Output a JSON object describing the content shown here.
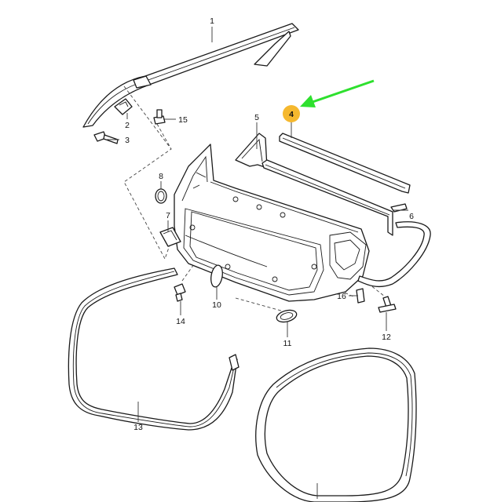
{
  "callouts": [
    "1",
    "2",
    "3",
    "4",
    "5",
    "6",
    "7",
    "8",
    "10",
    "11",
    "12",
    "13",
    "14",
    "15",
    "16"
  ],
  "highlight": {
    "label": "4",
    "badge_color": "#f5b82e",
    "arrow_color": "#2ee02e"
  },
  "colors": {
    "line": "#1a1a1a",
    "background": "#ffffff"
  }
}
